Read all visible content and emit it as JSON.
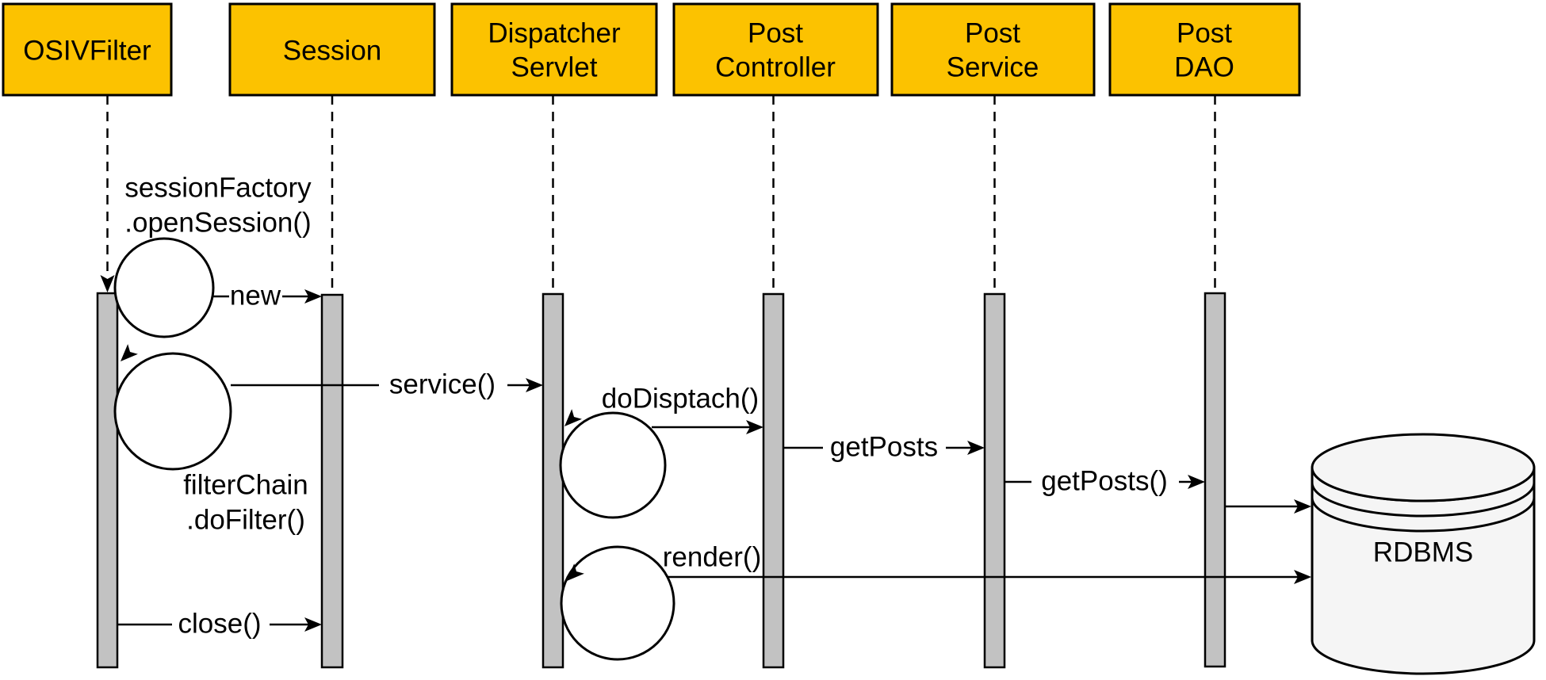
{
  "participants": [
    {
      "label": "OSIVFilter"
    },
    {
      "label": "Session"
    },
    {
      "line1": "Dispatcher",
      "line2": "Servlet"
    },
    {
      "line1": "Post",
      "line2": "Controller"
    },
    {
      "line1": "Post",
      "line2": "Service"
    },
    {
      "line1": "Post",
      "line2": "DAO"
    }
  ],
  "messages": {
    "open_session_line1": "sessionFactory",
    "open_session_line2": ".openSession()",
    "new_label": "new",
    "service_label": "service()",
    "do_dispatch_label": "doDisptach()",
    "get_posts_label": "getPosts",
    "get_posts_paren_label": "getPosts()",
    "filter_chain_line1": "filterChain",
    "filter_chain_line2": ".doFilter()",
    "render_label": "render()",
    "close_label": "close()"
  },
  "database": {
    "label": "RDBMS"
  },
  "colors": {
    "participant_fill": "#FCC200",
    "activation_fill": "#C2C2C2",
    "database_fill": "#F5F5F5",
    "line_color": "#000000"
  }
}
